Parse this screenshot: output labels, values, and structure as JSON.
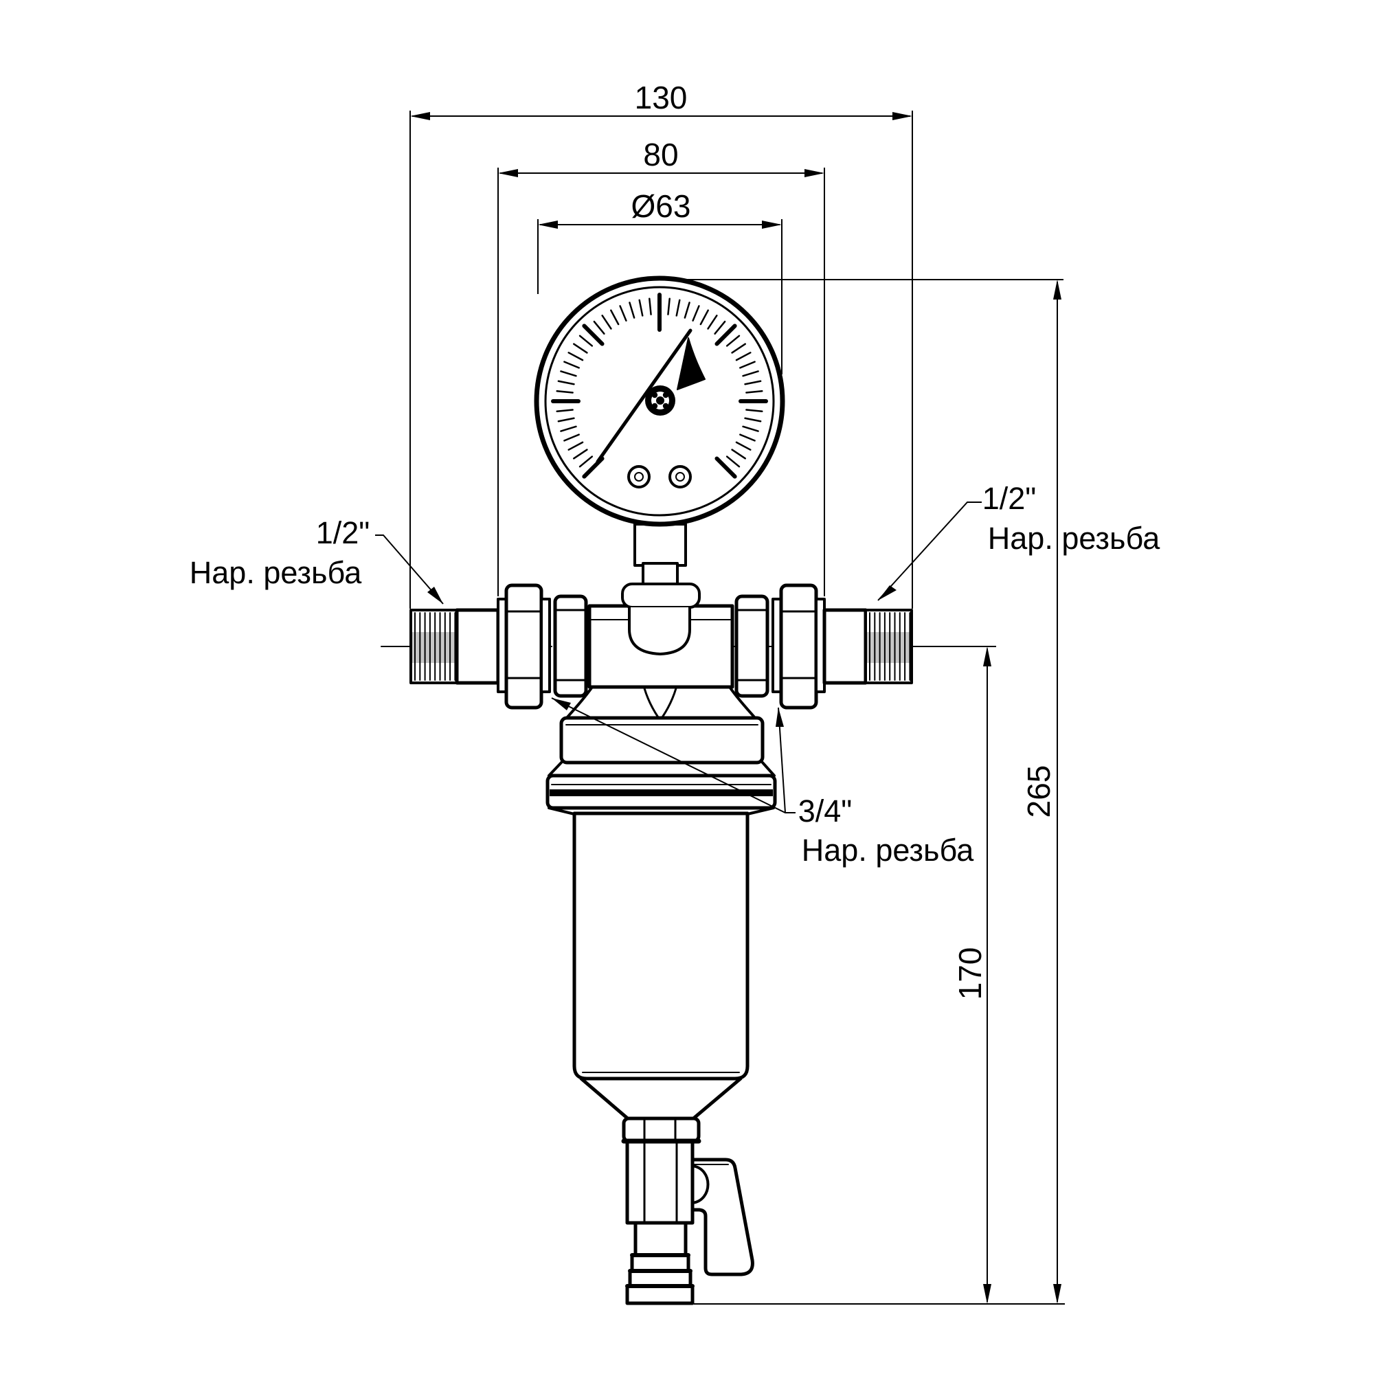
{
  "drawing": {
    "type": "technical-dimension-drawing",
    "subject": "water filter with pressure gauge",
    "colors": {
      "line": "#000000",
      "background": "#ffffff"
    },
    "dimensions": {
      "overall_width": "130",
      "union_span": "80",
      "gauge_diameter": "Ø63",
      "overall_height": "265",
      "bowl_height": "170"
    },
    "labels": {
      "left_port": {
        "size": "1/2\"",
        "thread": "Нар. резьба"
      },
      "right_port": {
        "size": "1/2\"",
        "thread": "Нар. резьба"
      },
      "drain_port": {
        "size": "3/4\"",
        "thread": "Нар. резьба"
      }
    }
  }
}
